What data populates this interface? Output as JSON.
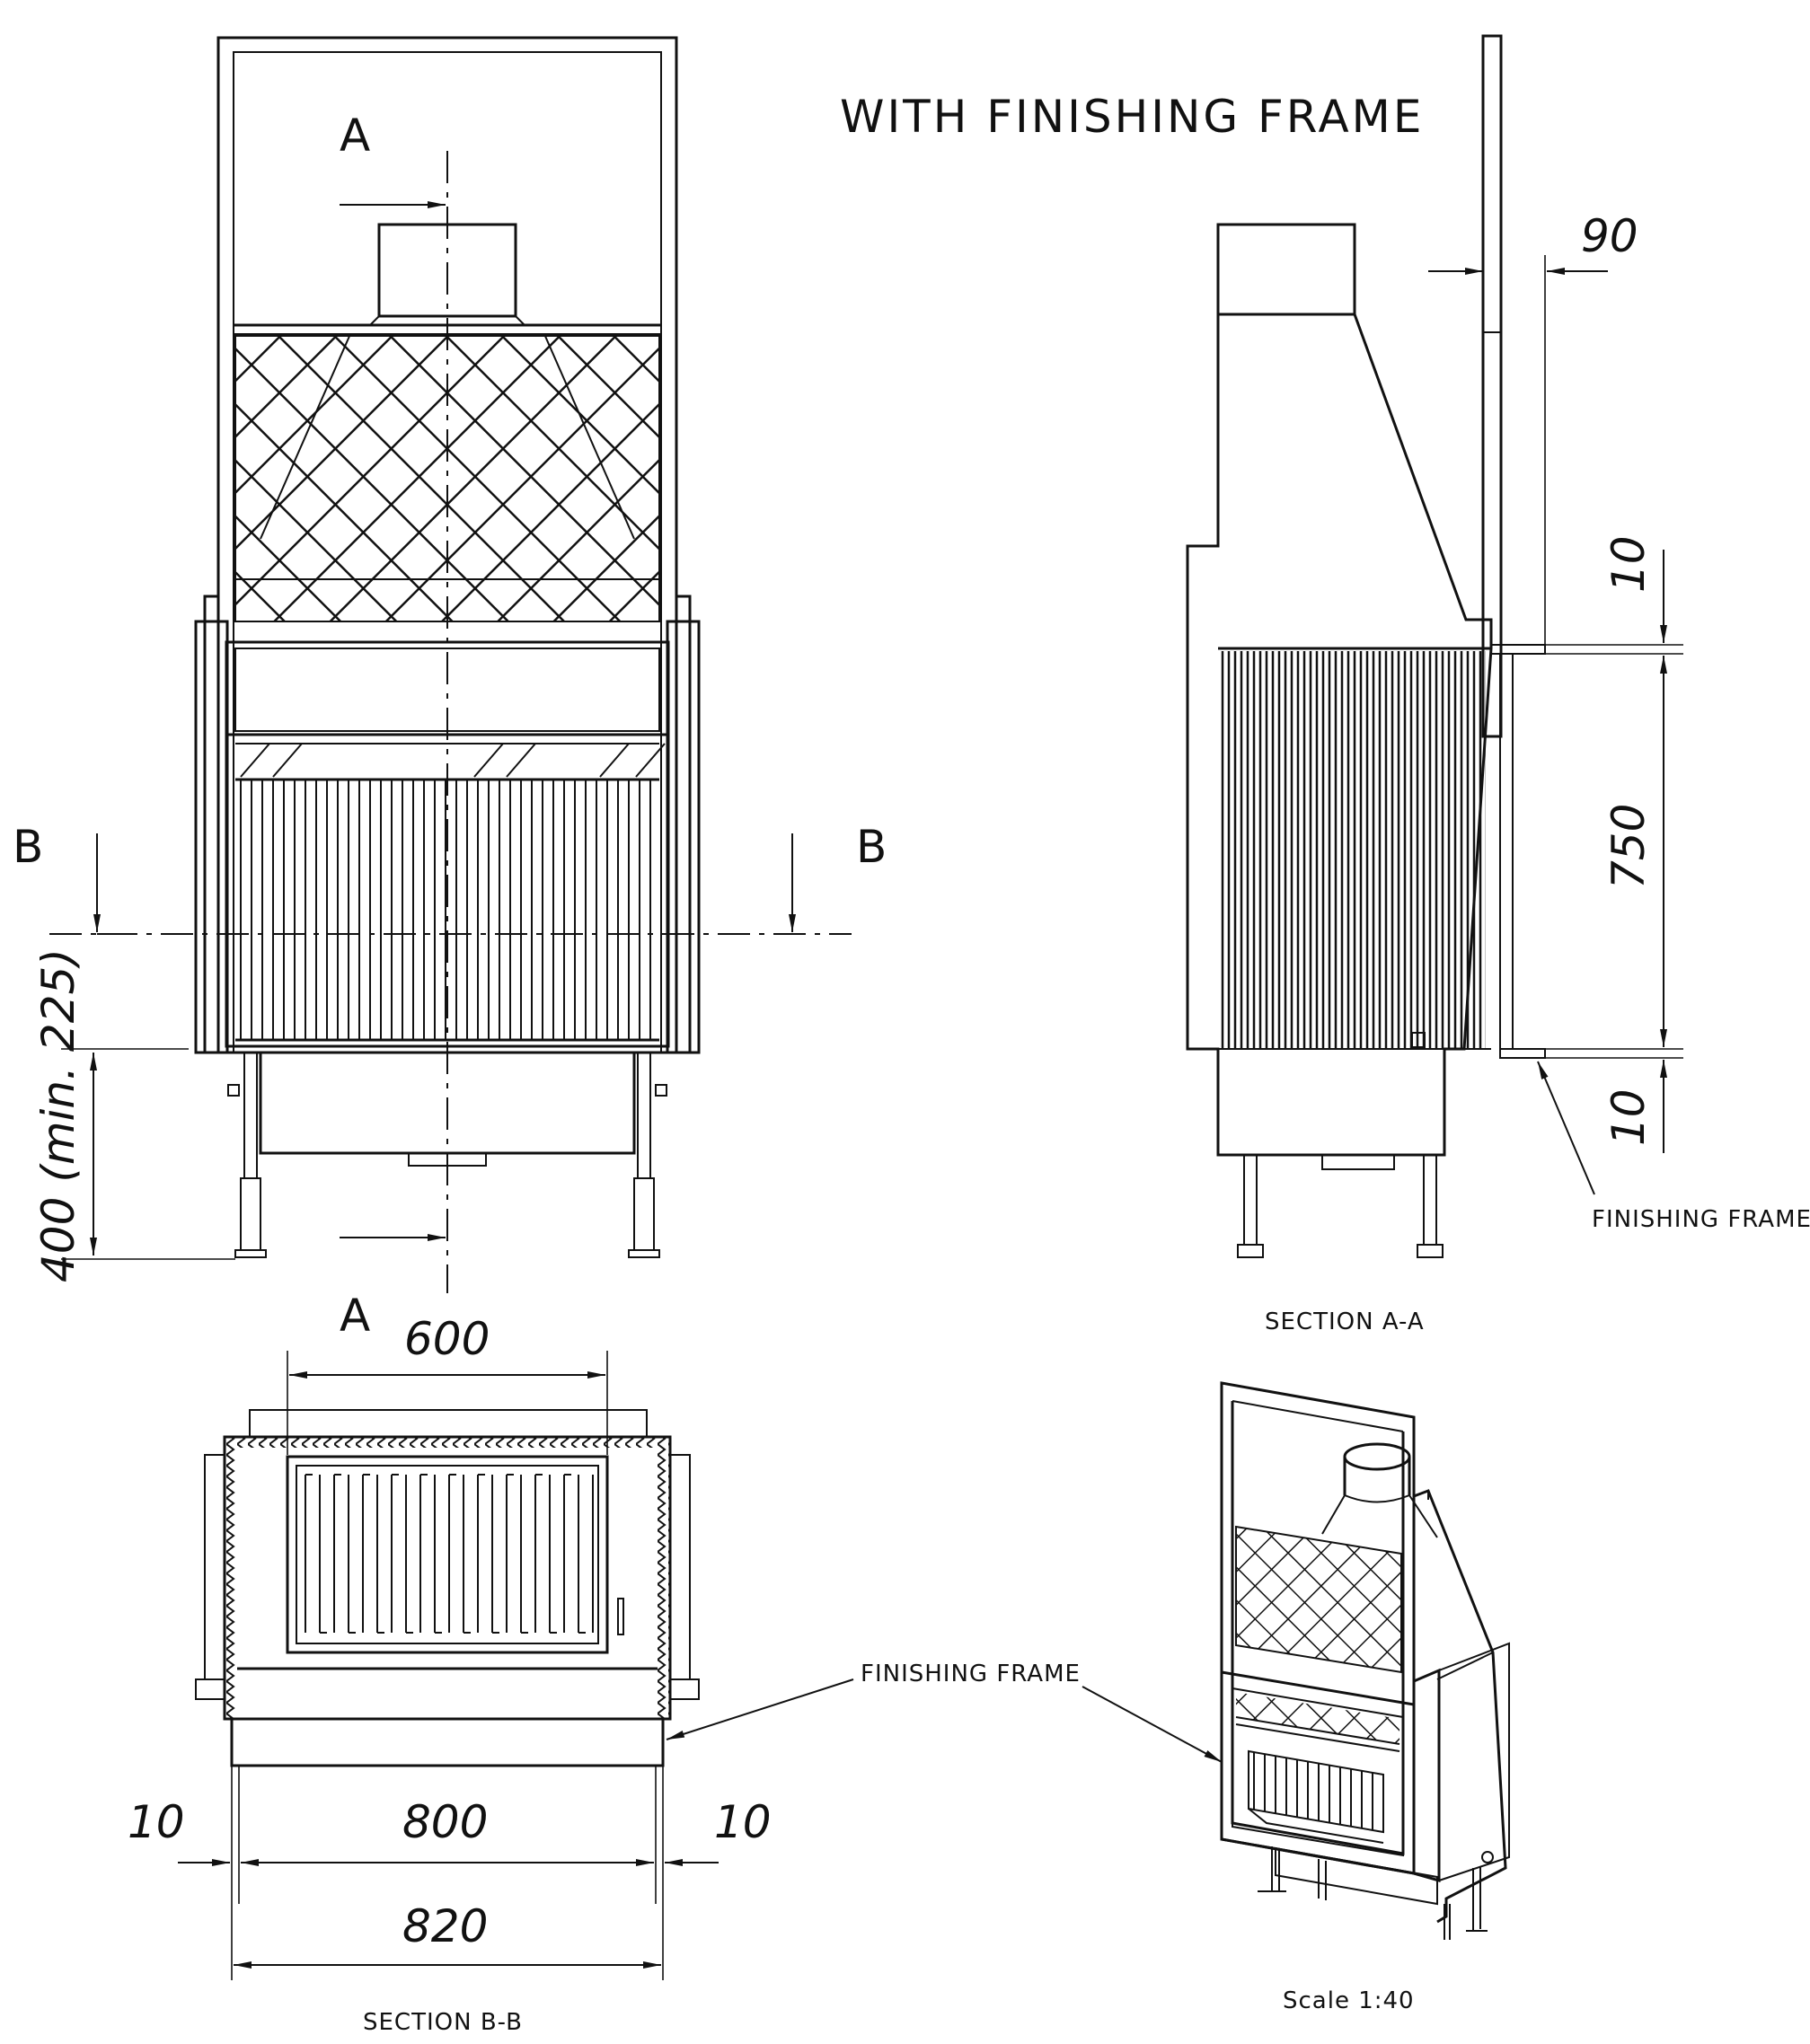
{
  "title": "WITH FINISHING FRAME",
  "section_marks": {
    "a": "A",
    "b": "B"
  },
  "front_view": {
    "height_dim": "400 (min. 225)"
  },
  "side_view": {
    "dim_top_offset": "90",
    "dim_top_gap": "10",
    "dim_opening": "750",
    "dim_bottom_gap": "10",
    "frame_label": "FINISHING FRAME",
    "caption": "SECTION A-A"
  },
  "plan_view": {
    "dim_opening_width": "600",
    "dim_left_gap": "10",
    "dim_inner_width": "800",
    "dim_right_gap": "10",
    "dim_overall_width": "820",
    "frame_label": "FINISHING FRAME",
    "caption": "SECTION B-B"
  },
  "iso_view": {
    "scale": "Scale 1:40"
  }
}
